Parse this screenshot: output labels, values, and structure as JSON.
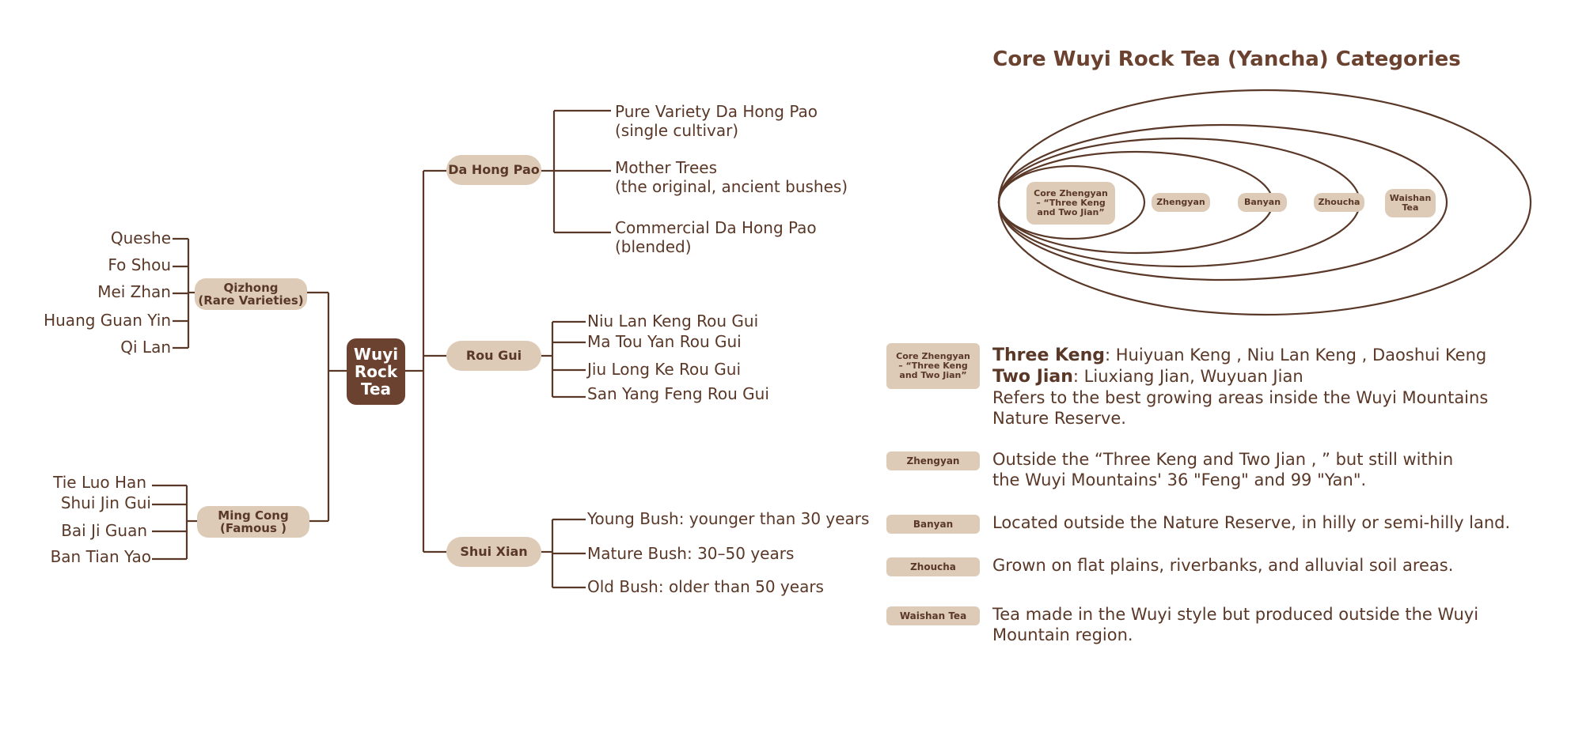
{
  "root": "Wuyi\nRock\nTea",
  "main_branches": {
    "da_hong_pao": "Da Hong Pao",
    "rou_gui": "Rou Gui",
    "shui_xian": "Shui Xian"
  },
  "da_hong_pao_children": [
    "Pure Variety Da Hong Pao\n(single cultivar)",
    "Mother Trees\n(the original, ancient bushes)",
    "Commercial Da Hong Pao\n(blended)"
  ],
  "rou_gui_children": [
    "Niu Lan Keng Rou Gui",
    "Ma Tou Yan Rou Gui",
    "Jiu Long Ke Rou Gui",
    "San Yang Feng Rou Gui"
  ],
  "shui_xian_children": [
    "Young Bush: younger than 30 years",
    "Mature Bush: 30–50 years",
    "Old Bush: older than 50 years"
  ],
  "left_branches": {
    "qizhong": "Qizhong\n(Rare Varieties)",
    "ming_cong": "Ming  Cong\n(Famous )"
  },
  "qizhong_children": [
    "Queshe",
    "Fo Shou",
    "Mei Zhan",
    "Huang Guan Yin",
    "Qi Lan"
  ],
  "ming_cong_children": [
    "Tie Luo Han",
    "Shui Jin Gui",
    "Bai Ji Guan",
    "Ban Tian Yao"
  ],
  "categories_title": "Core Wuyi Rock Tea (Yancha) Categories",
  "ellipse_labels": [
    "Core Zhengyan\n– “Three Keng\nand Two Jian”",
    "Zhengyan",
    "Banyan",
    "Zhoucha",
    "Waishan\nTea"
  ],
  "legend": [
    {
      "tag": "Core Zhengyan\n– “Three Keng\nand Two Jian”",
      "bold1": "Three Keng",
      "text1": ":  Huiyuan Keng , Niu Lan Keng , Daoshui Keng",
      "bold2": "Two Jian",
      "text2": ":  Liuxiang Jian, Wuyuan Jian",
      "text3": "Refers to the best growing areas inside the Wuyi Mountains Nature Reserve."
    },
    {
      "tag": "Zhengyan",
      "text": "Outside the “Three Keng and Two Jian ,  ” but still within the Wuyi Mountains' 36 \"Feng\" and 99 \"Yan\"."
    },
    {
      "tag": "Banyan",
      "text": "Located outside the Nature Reserve, in hilly or semi-hilly land."
    },
    {
      "tag": "Zhoucha",
      "text": "Grown on flat plains, riverbanks, and alluvial soil areas."
    },
    {
      "tag": "Waishan Tea",
      "text": "Tea made in the Wuyi style but produced outside the Wuyi Mountain region."
    }
  ],
  "colors": {
    "line": "#5a3828",
    "pill": "#ddcbb7",
    "root": "#6b4230",
    "text": "#5a3828"
  }
}
